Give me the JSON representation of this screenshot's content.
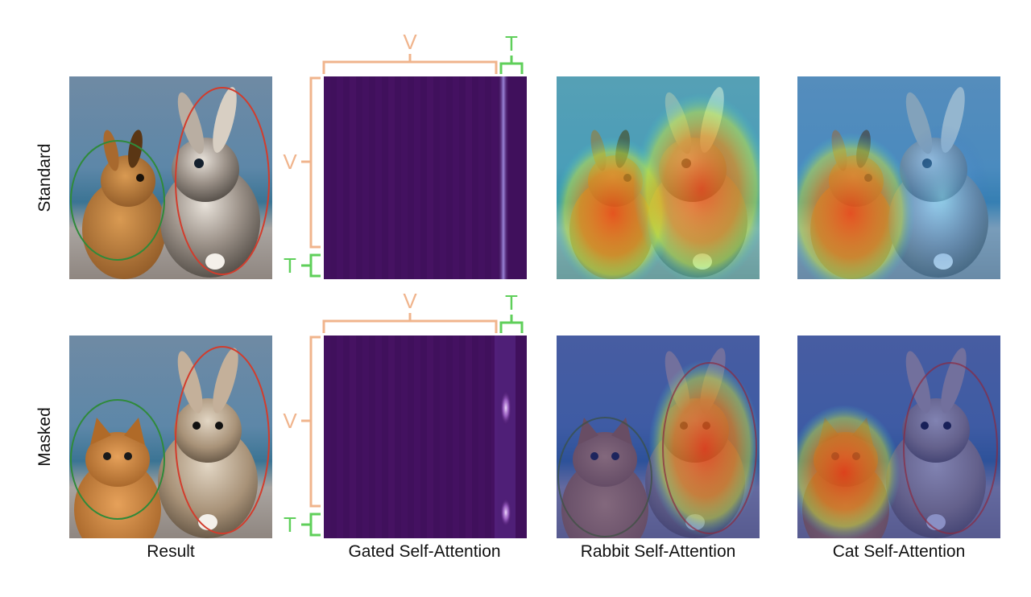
{
  "rows": [
    {
      "label": "Standard",
      "variant": "rabbit-left"
    },
    {
      "label": "Masked",
      "variant": "cat-left"
    }
  ],
  "columns": [
    {
      "label": "Result"
    },
    {
      "label": "Gated Self-Attention"
    },
    {
      "label": "Rabbit Self-Attention"
    },
    {
      "label": "Cat Self-Attention"
    }
  ],
  "bracket_labels": {
    "visual": "V",
    "text": "T"
  },
  "colors": {
    "visual_bracket": "#f0b48c",
    "text_bracket": "#5fcf5a",
    "left_ellipse": "#2f8a3a",
    "right_ellipse": "#d23c2c",
    "attention_bg": "#40105c"
  }
}
